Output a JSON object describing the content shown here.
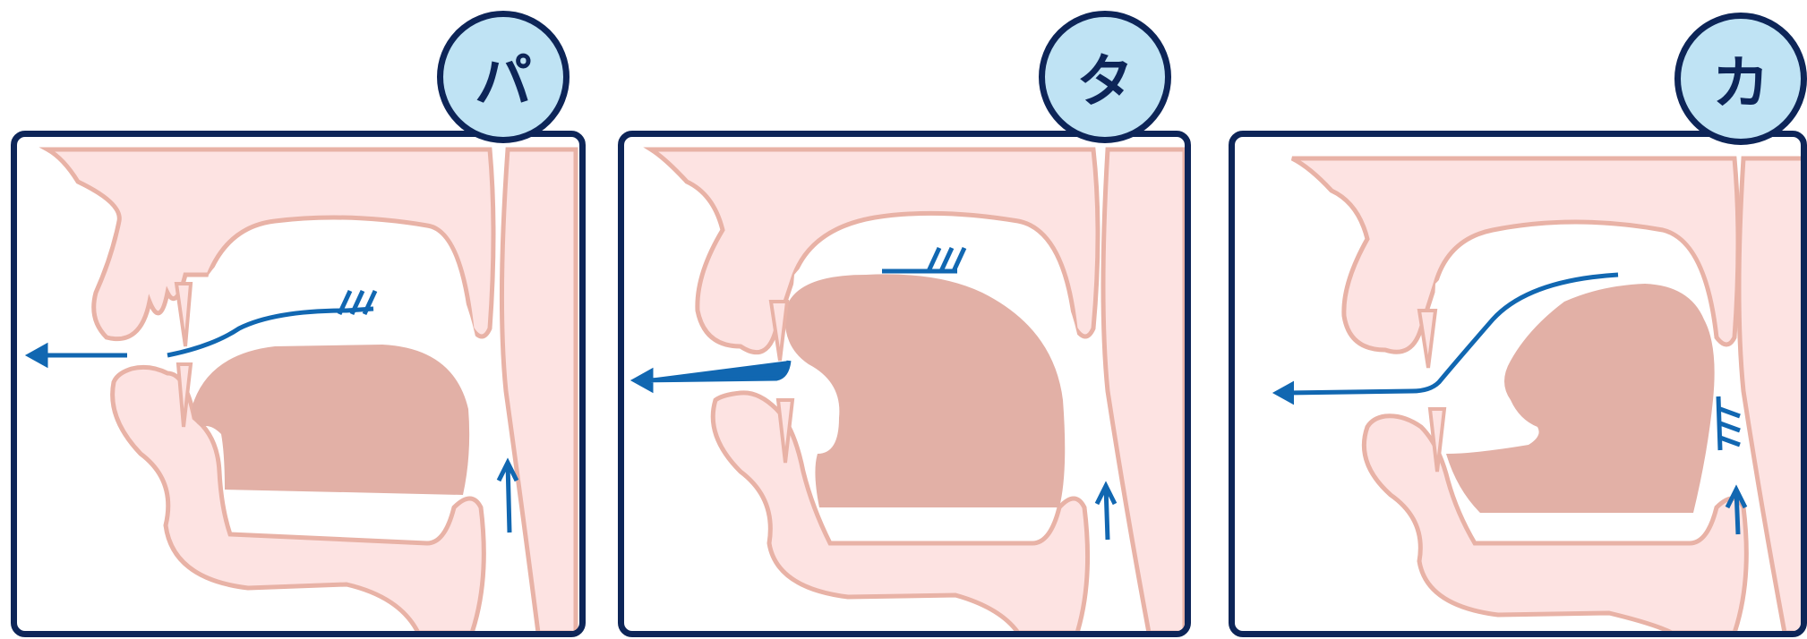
{
  "badges": {
    "pa": "パ",
    "ta": "タ",
    "ka": "カ"
  },
  "colors": {
    "frame": "#0d2558",
    "badge_fill": "#bfe3f4",
    "tissue_fill": "#fde3e2",
    "tissue_outline": "#e8b2a6",
    "tongue": "#e2b0a6",
    "airflow": "#1167b1"
  }
}
